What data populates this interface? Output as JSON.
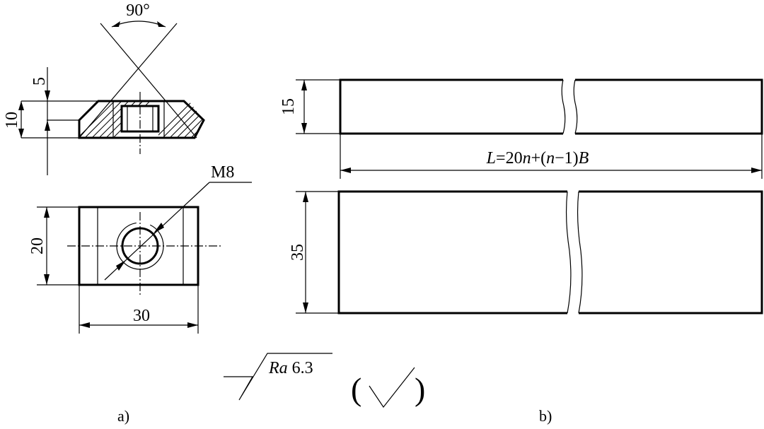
{
  "part_a": {
    "angle_label": "90°",
    "dim_5": "5",
    "dim_10": "10",
    "thread_label": "M8",
    "dim_20": "20",
    "dim_30": "30",
    "caption": "a)"
  },
  "part_b": {
    "dim_15": "15",
    "length_formula": {
      "L": "L",
      "eq": "=20",
      "n1": "n",
      "mid": "+(",
      "n2": "n",
      "tail": "−1)",
      "B": "B"
    },
    "dim_35": "35",
    "caption": "b)"
  },
  "surface_finish": {
    "ra_symbol": "Ra",
    "ra_value": "6.3",
    "paren_open": "(",
    "paren_close": ")"
  }
}
